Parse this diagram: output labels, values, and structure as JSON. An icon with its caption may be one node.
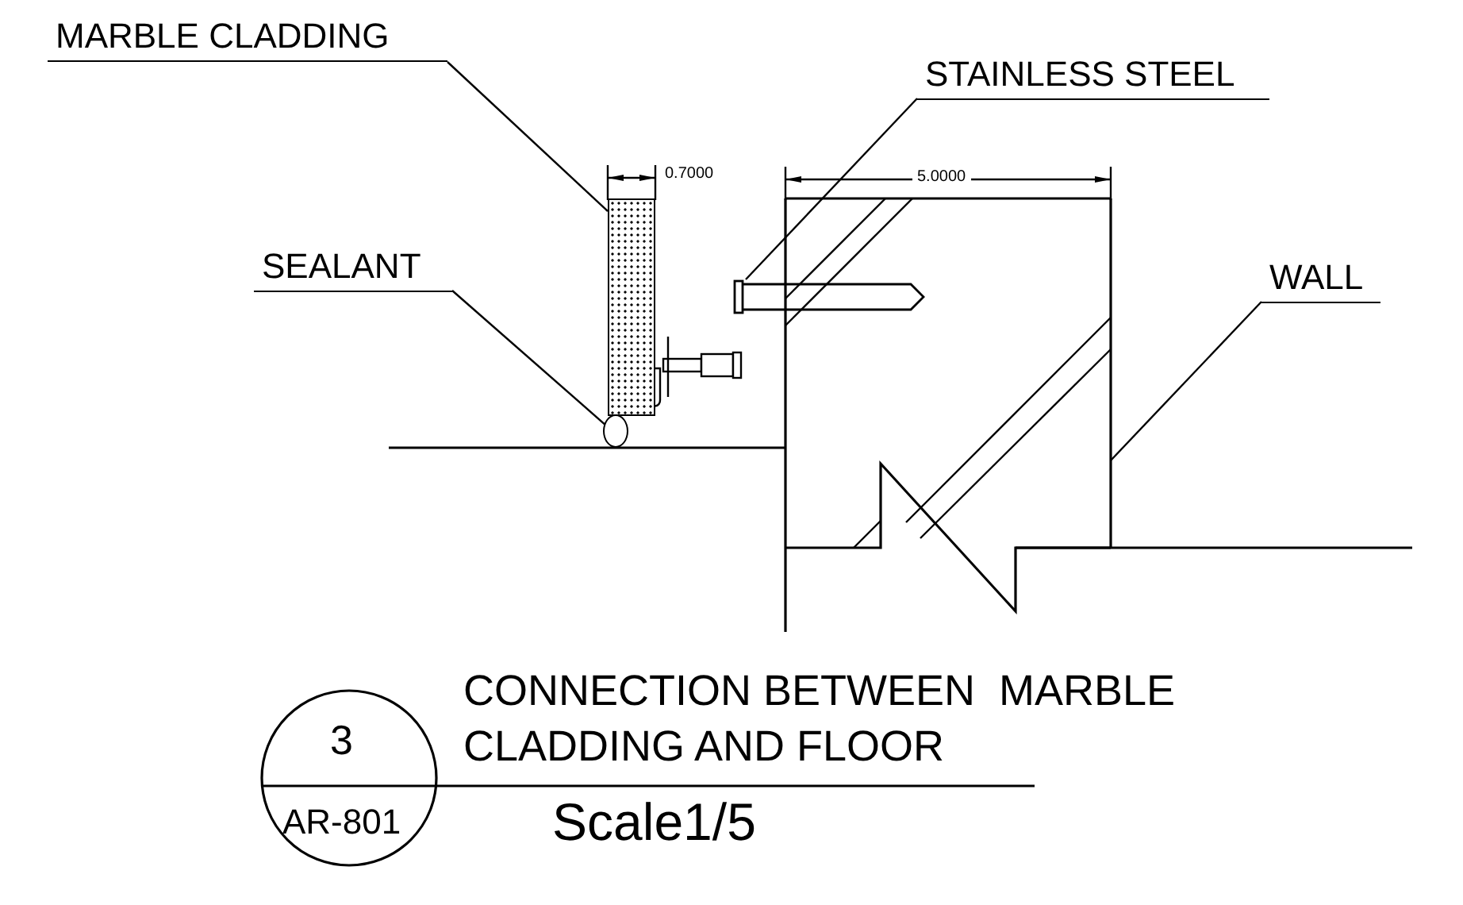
{
  "diagram": {
    "title": "CONNECTION BETWEEN  MARBLE CLADDING AND FLOOR",
    "nodes": [
      {
        "text": [
          "MARBLE CLADDING"
        ]
      },
      {
        "text": [
          "STAINLESS STEEL"
        ]
      },
      {
        "text": [
          "SEALANT"
        ]
      },
      {
        "text": [
          "WALL"
        ]
      },
      {
        "text": [],
        "shape": "box"
      },
      {
        "text": [],
        "shape": "bar"
      },
      {
        "text": [],
        "shape": "circle"
      },
      {
        "text": [],
        "shape": "box"
      }
    ],
    "edges": [
      {
        "from": 0,
        "to": 4,
        "arrow": "none"
      },
      {
        "from": 1,
        "to": 5,
        "arrow": "none"
      },
      {
        "from": 2,
        "to": 6,
        "arrow": "none"
      },
      {
        "from": 3,
        "to": 7,
        "arrow": "none"
      }
    ],
    "labels": [
      "0.7000",
      "5.0000",
      "3",
      "AR-801",
      "Scale1/5"
    ]
  }
}
